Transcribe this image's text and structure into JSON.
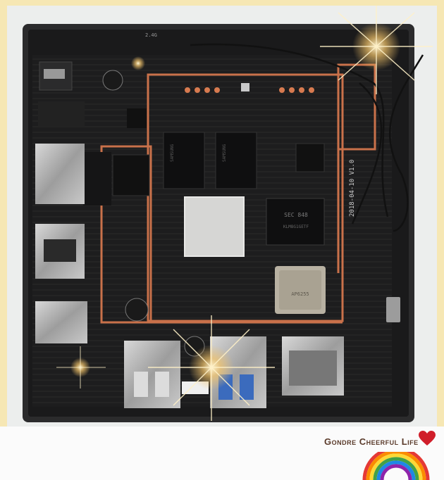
{
  "caption": {
    "text": "Gondre Cheerful Life"
  },
  "board": {
    "version_label": "2018-04-10 V1.0",
    "chip_label_1": "SEC 848",
    "chip_label_2": "AP6255",
    "antenna_label": "2.4G"
  },
  "colors": {
    "frame": "#f6e7b4",
    "pcb": "#1e1e1f",
    "copper": "#c9714a",
    "case": "#2a2a2b",
    "heart": "#d01e2a"
  },
  "icons": {
    "heart": "heart-icon",
    "rainbow": "rainbow-icon"
  }
}
